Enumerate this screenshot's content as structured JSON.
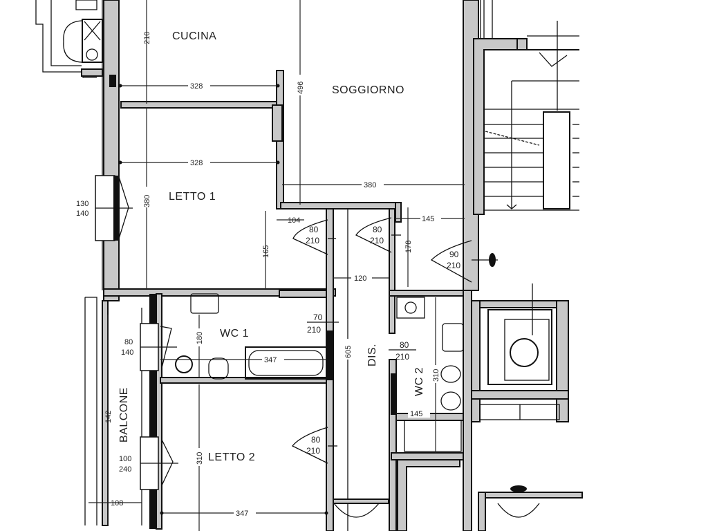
{
  "rooms": {
    "cucina": "CUCINA",
    "soggiorno": "SOGGIORNO",
    "letto1": "LETTO 1",
    "letto2": "LETTO 2",
    "wc1": "WC 1",
    "wc2": "WC 2",
    "dis": "DIS.",
    "balcone": "BALCONE"
  },
  "dimensions": {
    "cucina_height": "210",
    "cucina_width": "328",
    "letto1_width": "328",
    "letto1_height": "380",
    "soggiorno_height": "496",
    "soggiorno_width": "380",
    "letto1_closet": "165",
    "hall_104": "104",
    "hall_145": "145",
    "hall_178": "178",
    "hall_120": "120",
    "wc1_height": "180",
    "wc1_width": "347",
    "dis_length": "605",
    "wc2_height": "310",
    "wc2_width": "145",
    "balcone_length": "142",
    "balcone_width": "108",
    "letto2_height": "310",
    "letto2_width": "347"
  },
  "openings": {
    "window_letto1": {
      "w": "130",
      "h": "140"
    },
    "door_letto1": {
      "w": "80",
      "h": "210"
    },
    "door_dis": {
      "w": "80",
      "h": "210"
    },
    "door_entry": {
      "w": "90",
      "h": "210"
    },
    "door_wc1": {
      "w": "70",
      "h": "210"
    },
    "window_wc1": {
      "w": "80",
      "h": "140"
    },
    "door_wc2": {
      "w": "80",
      "h": "210"
    },
    "door_letto2": {
      "w": "80",
      "h": "210"
    },
    "window_letto2": {
      "w": "100",
      "h": "240"
    }
  }
}
